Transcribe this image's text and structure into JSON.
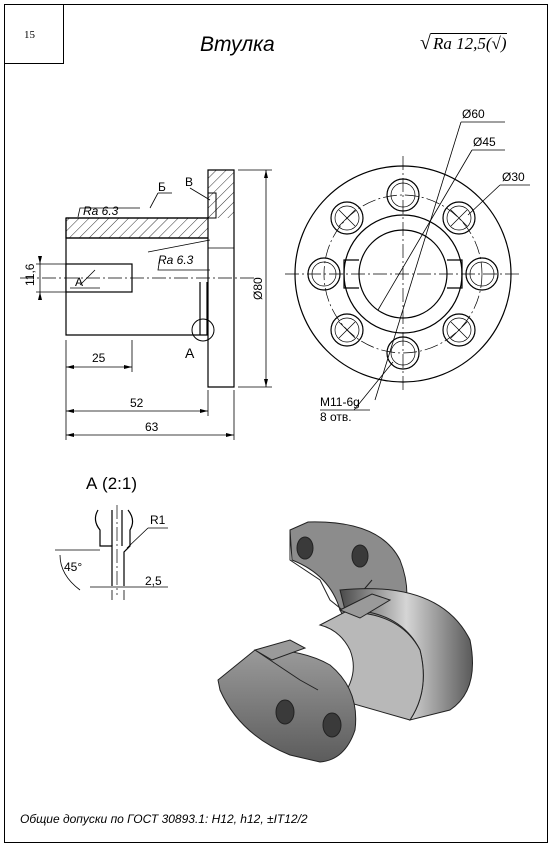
{
  "sheet": {
    "number": "15",
    "title": "Втулка",
    "roughness": "Ra 12,5(√)",
    "footer": "Общие допуски по ГОСТ 30893.1: H12, h12, ±IT12/2"
  },
  "section_view": {
    "roughness_outer": "Ra 6.3",
    "roughness_bore": "Ra 6.3",
    "label_b": "Б",
    "label_v": "В",
    "label_a": "А",
    "dim_116": "11,6",
    "dim_25": "25",
    "dim_52": "52",
    "dim_63": "63",
    "dim_80": "Ø80",
    "detail_ref": "А"
  },
  "front_view": {
    "dim_60": "Ø60",
    "dim_45": "Ø45",
    "dim_30": "Ø30",
    "thread": "M11-6g",
    "holes": "8 отв."
  },
  "detail_view": {
    "title": "А (2:1)",
    "radius": "R1",
    "angle": "45°",
    "dim": "2,5"
  }
}
